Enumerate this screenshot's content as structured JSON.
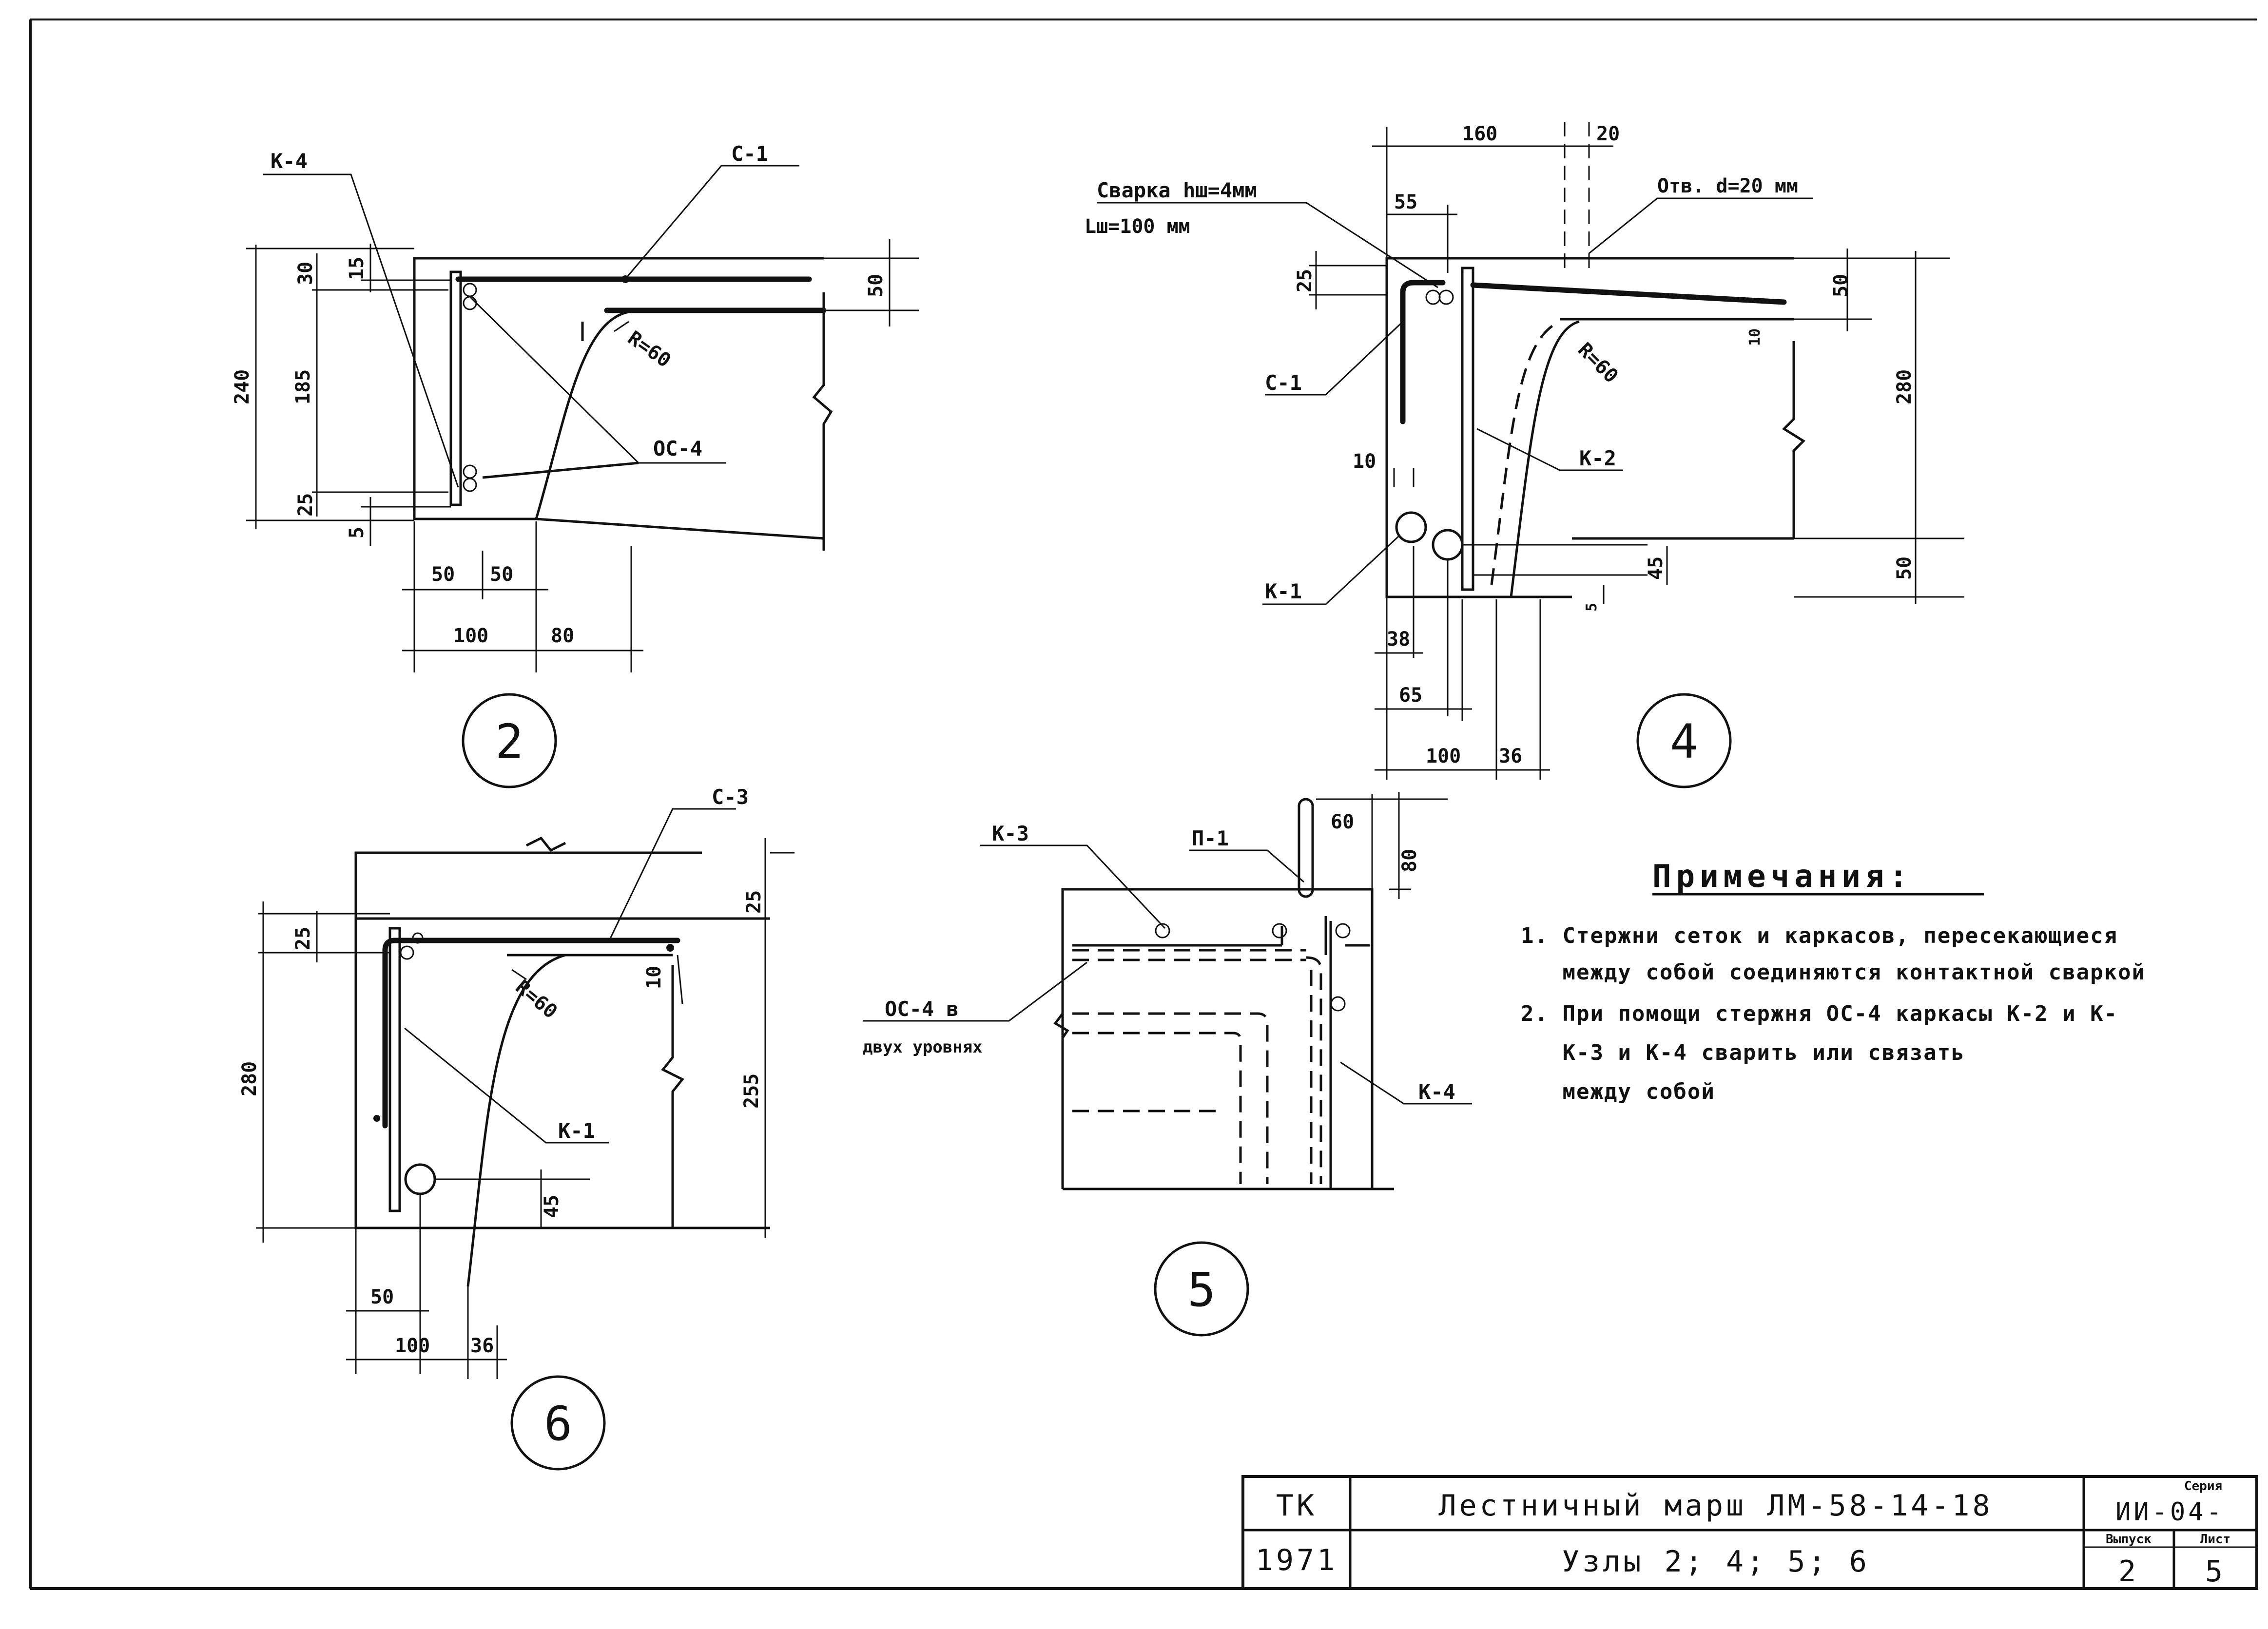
{
  "details": {
    "d2": {
      "number": "2",
      "labels": {
        "k4": "К-4",
        "c1": "С-1",
        "oc4": "ОС-4",
        "radius": "R=60"
      },
      "dims": {
        "d240": "240",
        "d30": "30",
        "d15": "15",
        "d185": "185",
        "d25": "25",
        "d5": "5",
        "d50r": "50",
        "d50a": "50",
        "d50b": "50",
        "d100": "100",
        "d80": "80"
      }
    },
    "d4": {
      "number": "4",
      "labels": {
        "weld1": "Сварка hш=4мм",
        "weld2": "Lш=100 мм",
        "hole": "Отв. d=20 мм",
        "c1": "С-1",
        "k2": "К-2",
        "k1": "К-1",
        "radius": "R=60"
      },
      "dims": {
        "d160": "160",
        "d20": "20",
        "d55": "55",
        "d25": "25",
        "d50t": "50",
        "d10a": "10",
        "d280": "280",
        "d10b": "10",
        "d45": "45",
        "d5": "5",
        "d50b": "50",
        "d38": "38",
        "d65": "65",
        "d100": "100",
        "d36": "36"
      }
    },
    "d5": {
      "number": "5",
      "labels": {
        "k3": "К-3",
        "p1": "П-1",
        "oc4a": "ОС-4 в",
        "oc4b": "двух уровнях",
        "k4": "К-4"
      },
      "dims": {
        "d60": "60",
        "d80": "80"
      }
    },
    "d6": {
      "number": "6",
      "labels": {
        "c3": "С-3",
        "k1": "К-1",
        "radius": "R=60"
      },
      "dims": {
        "d25a": "25",
        "d25b": "25",
        "d280": "280",
        "d10": "10",
        "d255": "255",
        "d45": "45",
        "d50": "50",
        "d100": "100",
        "d36": "36"
      }
    }
  },
  "notes": {
    "title": "Примечания:",
    "lines": [
      "1. Стержни сеток и каркасов, пересекающиеся",
      "   между собой соединяются контактной сваркой",
      "2. При помощи стержня ОС-4 каркасы К-2 и К-",
      "   К-3 и К-4 сварить или связать",
      "   между собой"
    ]
  },
  "title_block": {
    "org": "ТК",
    "year": "1971",
    "title": "Лестничный марш ЛМ-58-14-18",
    "subtitle": "Узлы 2; 4; 5; 6",
    "series_label": "Серия",
    "series": "ИИ-04-",
    "issue_label": "Выпуск",
    "issue": "2",
    "sheet_label": "Лист",
    "sheet": "5"
  }
}
